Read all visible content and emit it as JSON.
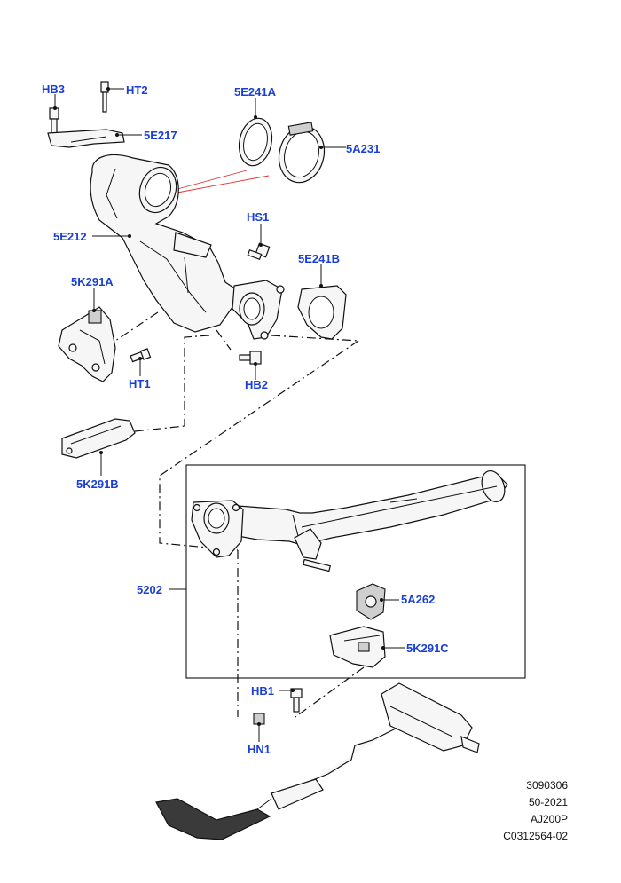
{
  "callouts": {
    "hb3": "HB3",
    "ht2": "HT2",
    "e217": "5E217",
    "e241a": "5E241A",
    "a231": "5A231",
    "e212": "5E212",
    "hs1": "HS1",
    "e241b": "5E241B",
    "k291a": "5K291A",
    "ht1": "HT1",
    "hb2": "HB2",
    "k291b": "5K291B",
    "p5202": "5202",
    "a262": "5A262",
    "k291c": "5K291C",
    "hb1": "HB1",
    "hn1": "HN1"
  },
  "reference": {
    "line1": "3090306",
    "line2": "50-2021",
    "line3": "AJ200P",
    "line4": "C0312564-02"
  },
  "colors": {
    "callout": "#1a3fd6",
    "highlight": "#e23030"
  }
}
